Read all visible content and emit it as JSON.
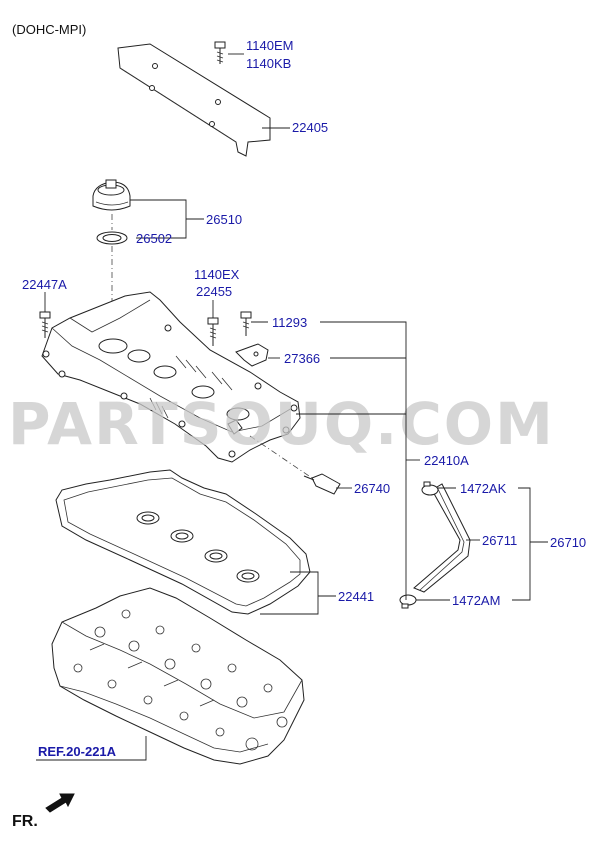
{
  "diagram": {
    "variant": "(DOHC-MPI)",
    "watermark": "PARTSOUQ.COM",
    "labels": {
      "p1140EM": "1140EM",
      "p1140KB": "1140KB",
      "p22405": "22405",
      "p26510": "26510",
      "p26502": "26502",
      "p22447A": "22447A",
      "p1140EX": "1140EX",
      "p22455": "22455",
      "p11293": "11293",
      "p27366": "27366",
      "p22410A": "22410A",
      "p26740": "26740",
      "p1472AK": "1472AK",
      "p26711": "26711",
      "p26710": "26710",
      "p22441": "22441",
      "p1472AM": "1472AM"
    },
    "reference": "REF.20-221A",
    "front_marker": "FR."
  }
}
